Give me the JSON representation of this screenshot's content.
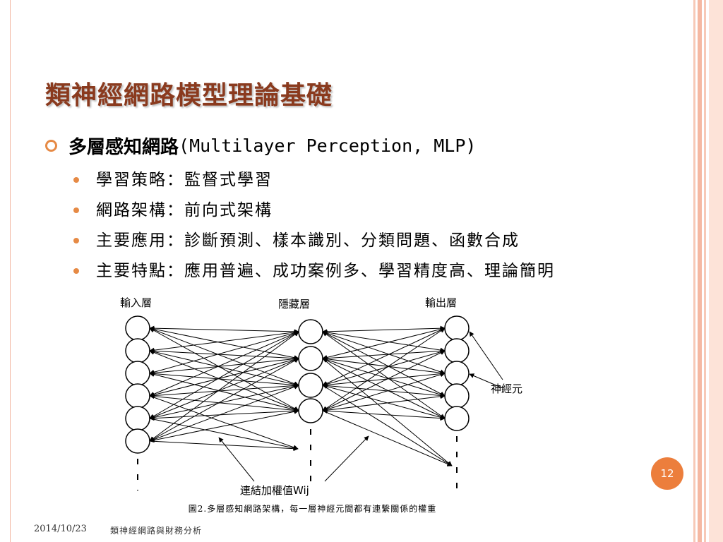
{
  "slide": {
    "title": "類神經網路模型理論基礎",
    "main_bullet": {
      "zh": "多層感知網路",
      "en": "(Multilayer Perception, MLP)"
    },
    "sub_bullets": [
      "學習策略：監督式學習",
      "網路架構：前向式架構",
      "主要應用：診斷預測、樣本識別、分類問題、函數合成",
      "主要特點：應用普遍、成功案例多、學習精度高、理論簡明"
    ]
  },
  "figure": {
    "label_input": "輸入層",
    "label_hidden": "隱藏層",
    "label_output": "輸出層",
    "label_neuron": "神經元",
    "label_weights": "連結加權值Wij",
    "caption": "圖2.多層感知網路架構，每一層神經元間都有連繫關係的權重"
  },
  "footer": {
    "date": "2014/10/23",
    "title": "類神經網路與財務分析"
  },
  "page_number": "12",
  "colors": {
    "title": "#8a3a1e",
    "accent": "#e68a45",
    "badge": "#ec7e3c"
  }
}
